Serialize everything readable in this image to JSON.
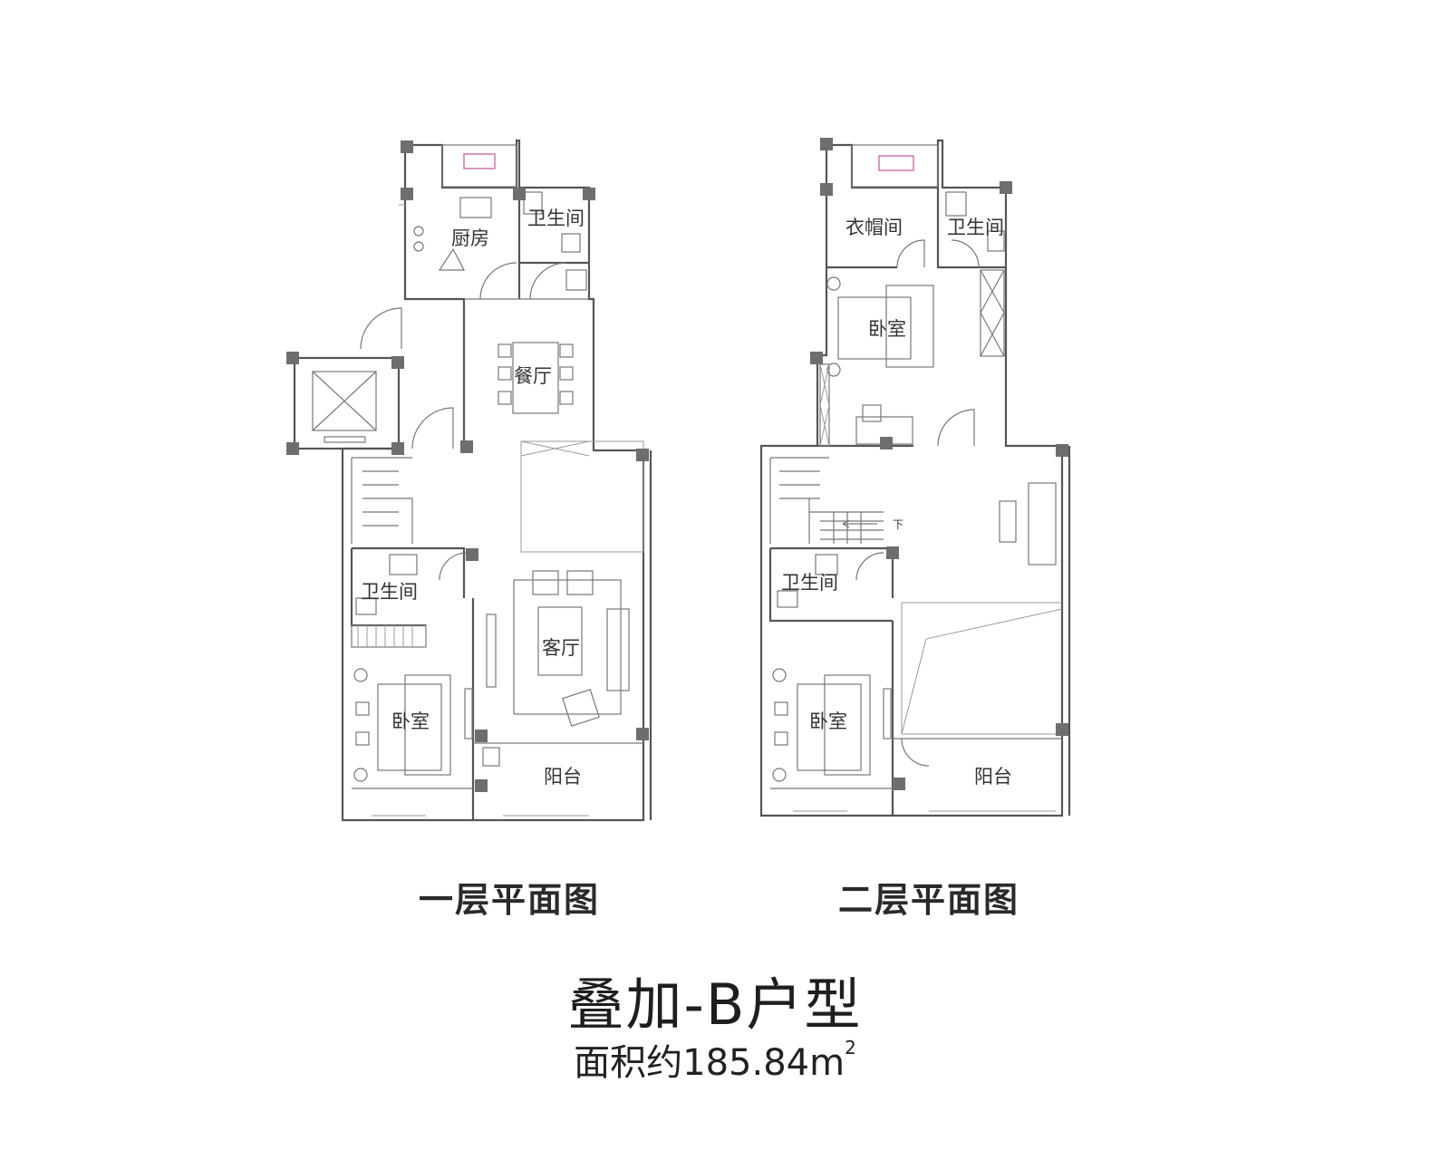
{
  "floor1": {
    "caption": "一层平面图",
    "rooms": {
      "kitchen": "厨房",
      "bath_top": "卫生间",
      "dining": "餐厅",
      "living": "客厅",
      "bath_lower": "卫生间",
      "bedroom": "卧室",
      "balcony": "阳台"
    }
  },
  "floor2": {
    "caption": "二层平面图",
    "rooms": {
      "cloakroom": "衣帽间",
      "bath_top": "卫生间",
      "bedroom_master": "卧室",
      "bath_lower": "卫生间",
      "bedroom": "卧室",
      "balcony": "阳台"
    },
    "stair_mark": "下"
  },
  "unit": {
    "title": "叠加-B户型",
    "area_label": "面积约185.84m",
    "area_sup": "2"
  }
}
